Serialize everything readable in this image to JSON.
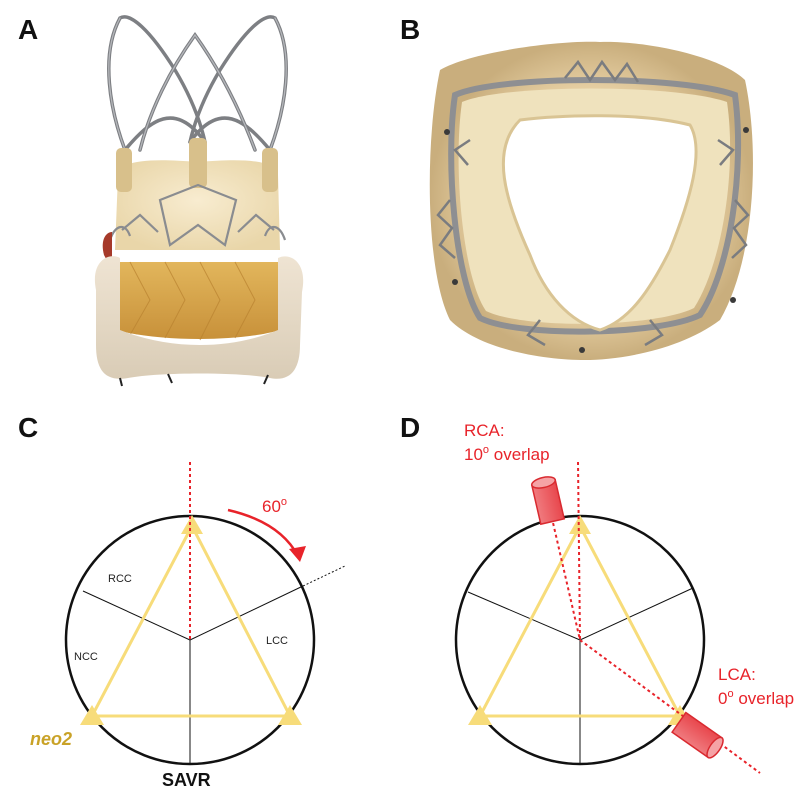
{
  "panels": {
    "a": {
      "letter": "A"
    },
    "b": {
      "letter": "B"
    },
    "c": {
      "letter": "C",
      "angle_value": "60",
      "angle_sup": "o",
      "labels": {
        "rcc": "RCC",
        "ncc": "NCC",
        "lcc": "LCC"
      },
      "neo_label": "neo2",
      "savr_label": "SAVR"
    },
    "d": {
      "letter": "D",
      "rca_title": "RCA:",
      "rca_value": "10",
      "rca_sup": "o",
      "rca_suffix": " overlap",
      "lca_title": "LCA:",
      "lca_value": "0",
      "lca_sup": "o",
      "lca_suffix": " overlap"
    }
  },
  "colors": {
    "valve_yellow": "#f7dc7a",
    "accent_red": "#e8232a",
    "neo_gold": "#c9a227",
    "outline": "#111111"
  }
}
